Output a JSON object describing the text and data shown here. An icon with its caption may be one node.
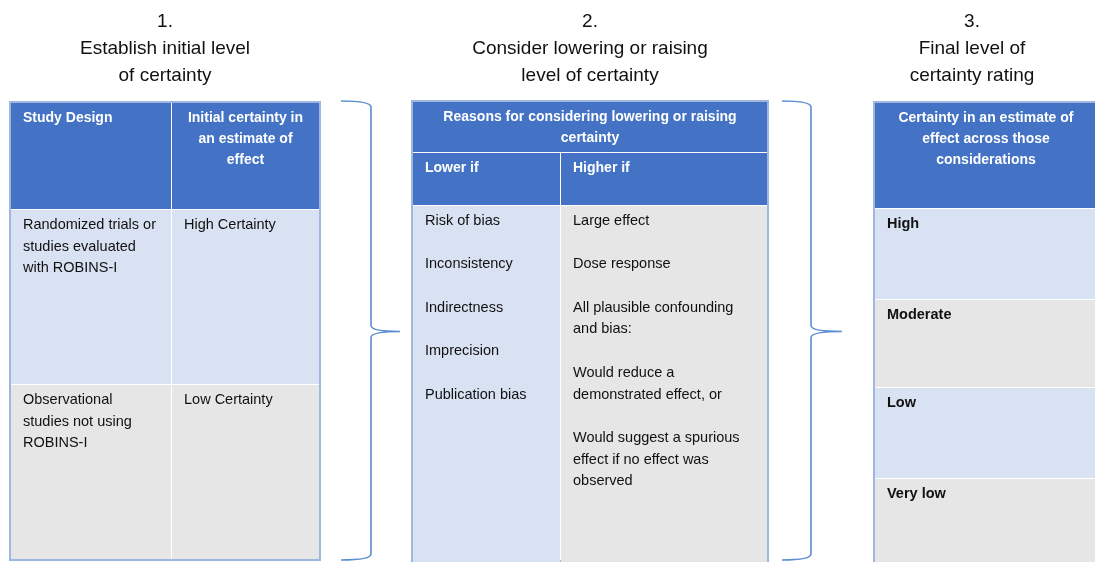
{
  "diagram": {
    "nodes": [
      {
        "text": [],
        "shape": "box"
      },
      {
        "text": [
          "Study Design"
        ],
        "in": 0
      },
      {
        "text": [
          "Initial certainty in an estimate of effect"
        ],
        "in": 0
      },
      {
        "text": [
          "Randomized trials or studies evaluated with ROBINS-I"
        ],
        "in": 0
      },
      {
        "text": [
          "High Certainty"
        ],
        "in": 0
      },
      {
        "text": [
          "Observational studies not using ROBINS-I"
        ],
        "in": 0
      },
      {
        "text": [
          "Low Certainty"
        ],
        "in": 0
      },
      {
        "text": [],
        "shape": "box"
      },
      {
        "text": [
          "Reasons for considering lowering or raising certainty"
        ],
        "in": 7
      },
      {
        "text": [
          "Lower if"
        ],
        "in": 7
      },
      {
        "text": [
          "Higher if"
        ],
        "in": 7
      },
      {
        "text": [
          "Risk of bias",
          "Inconsistency",
          "Indirectness",
          "Imprecision",
          "Publication bias"
        ],
        "in": 7
      },
      {
        "text": [
          "Large effect",
          "Dose response",
          "All plausible confounding and bias:",
          "Would reduce a demonstrated effect, or",
          "Would suggest a spurious effect if no effect was observed"
        ],
        "in": 7
      },
      {
        "text": [],
        "shape": "box"
      },
      {
        "text": [
          "Certainty in an estimate of effect across those considerations"
        ],
        "in": 13
      },
      {
        "text": [
          "High"
        ],
        "in": 13
      },
      {
        "text": [
          "Moderate"
        ],
        "in": 13
      },
      {
        "text": [
          "Low"
        ],
        "in": 13
      },
      {
        "text": [
          "Very low"
        ],
        "in": 13
      }
    ],
    "labels": [
      "1.",
      "Establish initial level of certainty",
      "2.",
      "Consider lowering or raising level of certainty",
      "3.",
      "Final level of certainty rating"
    ]
  }
}
